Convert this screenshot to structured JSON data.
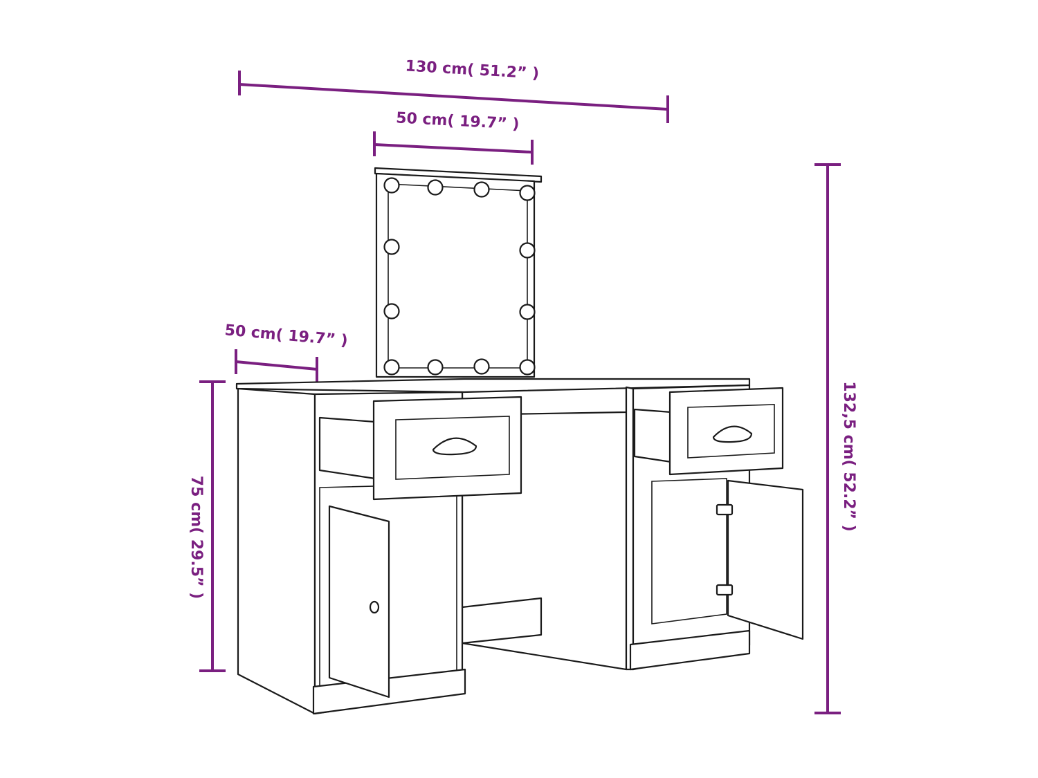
{
  "colors": {
    "dimension": "#7a1f80",
    "outline": "#1a1a1a",
    "background": "#ffffff"
  },
  "dimensions": {
    "total_width": "130 cm( 51.2” )",
    "mirror_width": "50 cm( 19.7” )",
    "depth": "50 cm( 19.7” )",
    "table_height": "75 cm( 29.5” )",
    "total_height": "132,5 cm( 52.2” )"
  }
}
